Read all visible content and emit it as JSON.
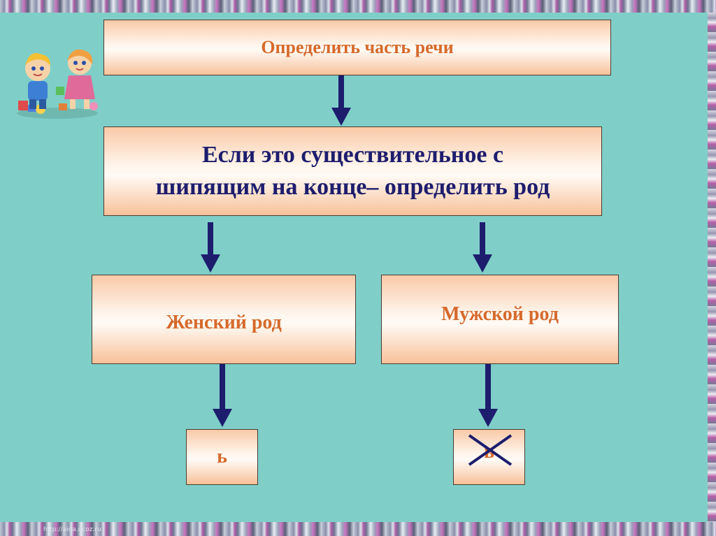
{
  "diagram": {
    "step1": "Определить часть речи",
    "step2_line1": "Если это существительное с",
    "step2_line2": "шипящим на конце– определить род",
    "branch_left": "Женский род",
    "branch_right": "Мужской род",
    "result_left": "ь",
    "result_right": "ь"
  },
  "footer": {
    "watermark": "http://aida.ucoz.ru"
  }
}
